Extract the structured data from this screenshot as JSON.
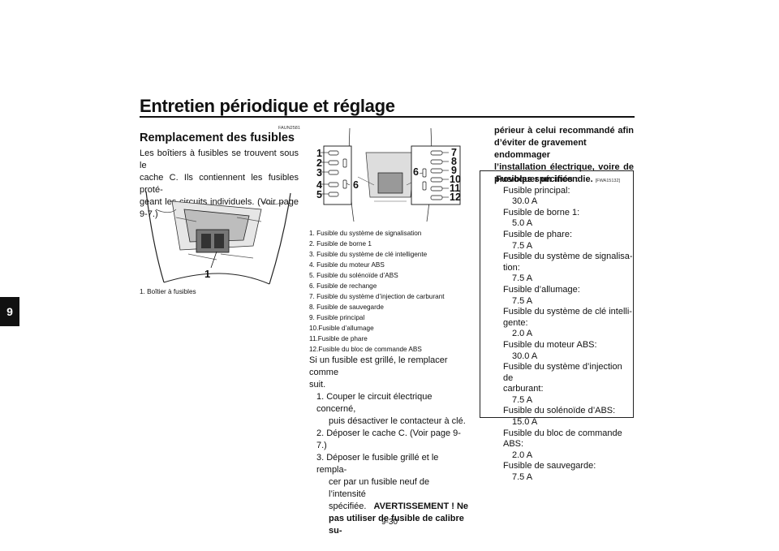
{
  "header": {
    "title": "Entretien périodique et réglage",
    "chapter_tab": "9",
    "page_number": "9-30"
  },
  "section": {
    "code": "FAUN2581",
    "title": "Remplacement des fusibles",
    "intro_lines": [
      "Les boîtiers à fusibles se trouvent sous le",
      "cache C. Ils contiennent les fusibles proté-",
      "geant les circuits individuels. (Voir page",
      "9-7.)"
    ]
  },
  "figure1": {
    "callout": "1",
    "caption": "1. Boîtier à fusibles"
  },
  "figure2": {
    "left_numbers": [
      "1",
      "2",
      "3",
      "4",
      "5"
    ],
    "left_spare": "6",
    "right_numbers": [
      "7",
      "8",
      "9",
      "10",
      "11",
      "12"
    ],
    "right_spare": "6",
    "captions": [
      "1. Fusible du système de signalisation",
      "2. Fusible de borne 1",
      "3. Fusible du système de clé intelligente",
      "4. Fusible du moteur ABS",
      "5. Fusible du solénoïde d’ABS",
      "6. Fusible de rechange",
      "7. Fusible du système d’injection de carburant",
      "8. Fusible de sauvegarde",
      "9. Fusible principal",
      "10.Fusible d’allumage",
      "11.Fusible de phare",
      "12.Fusible du bloc de commande ABS"
    ]
  },
  "procedure": {
    "lead_lines": [
      "Si un fusible est grillé, le remplacer comme",
      "suit."
    ],
    "step1": [
      "1. Couper le circuit électrique concerné,",
      "puis désactiver le contacteur à clé."
    ],
    "step2": "2. Déposer le cache C. (Voir page 9-7.)",
    "step3": [
      "3. Déposer le fusible grillé et le rempla-",
      "cer par un fusible neuf de l’intensité",
      "spécifiée."
    ],
    "warning_inline": "AVERTISSEMENT ! Ne",
    "warning_cont": "pas utiliser de fusible de calibre su-"
  },
  "warning_col3": {
    "lines": [
      "périeur à celui recommandé afin",
      "d’éviter de gravement endommager",
      "l’installation électrique, voire de",
      "provoquer un incendie."
    ],
    "code": "[FWA15132]"
  },
  "specs": {
    "heading": "Fusibles spécifiés :",
    "items": [
      {
        "name": [
          "Fusible principal:"
        ],
        "value": "30.0 A"
      },
      {
        "name": [
          "Fusible de borne 1:"
        ],
        "value": "5.0 A"
      },
      {
        "name": [
          "Fusible de phare:"
        ],
        "value": "7.5 A"
      },
      {
        "name": [
          "Fusible du système de signalisa-",
          "tion:"
        ],
        "value": "7.5 A"
      },
      {
        "name": [
          "Fusible d’allumage:"
        ],
        "value": "7.5 A"
      },
      {
        "name": [
          "Fusible du système de clé intelli-",
          "gente:"
        ],
        "value": "2.0 A"
      },
      {
        "name": [
          "Fusible du moteur ABS:"
        ],
        "value": "30.0 A"
      },
      {
        "name": [
          "Fusible du système d’injection de",
          "carburant:"
        ],
        "value": "7.5 A"
      },
      {
        "name": [
          "Fusible du solénoïde d’ABS:"
        ],
        "value": "15.0 A"
      },
      {
        "name": [
          "Fusible du bloc de commande ABS:"
        ],
        "value": "2.0 A"
      },
      {
        "name": [
          "Fusible de sauvegarde:"
        ],
        "value": "7.5 A"
      }
    ]
  }
}
